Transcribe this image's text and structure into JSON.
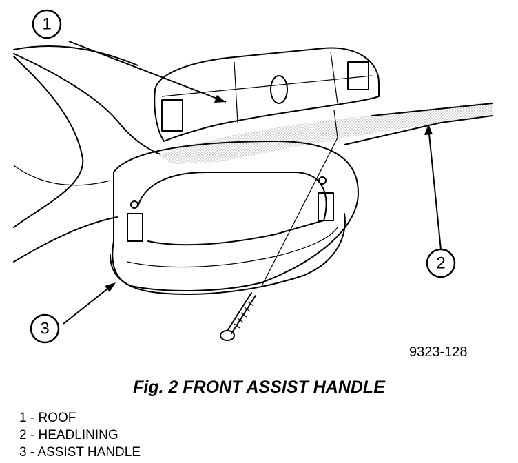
{
  "callouts": [
    {
      "number": "1"
    },
    {
      "number": "2"
    },
    {
      "number": "3"
    }
  ],
  "figure_number": "9323-128",
  "caption": "Fig. 2 FRONT ASSIST HANDLE",
  "legend": [
    {
      "number": "1",
      "separator": " - ",
      "label": "ROOF"
    },
    {
      "number": "2",
      "separator": " - ",
      "label": "HEADLINING"
    },
    {
      "number": "3",
      "separator": " - ",
      "label": "ASSIST HANDLE"
    }
  ]
}
